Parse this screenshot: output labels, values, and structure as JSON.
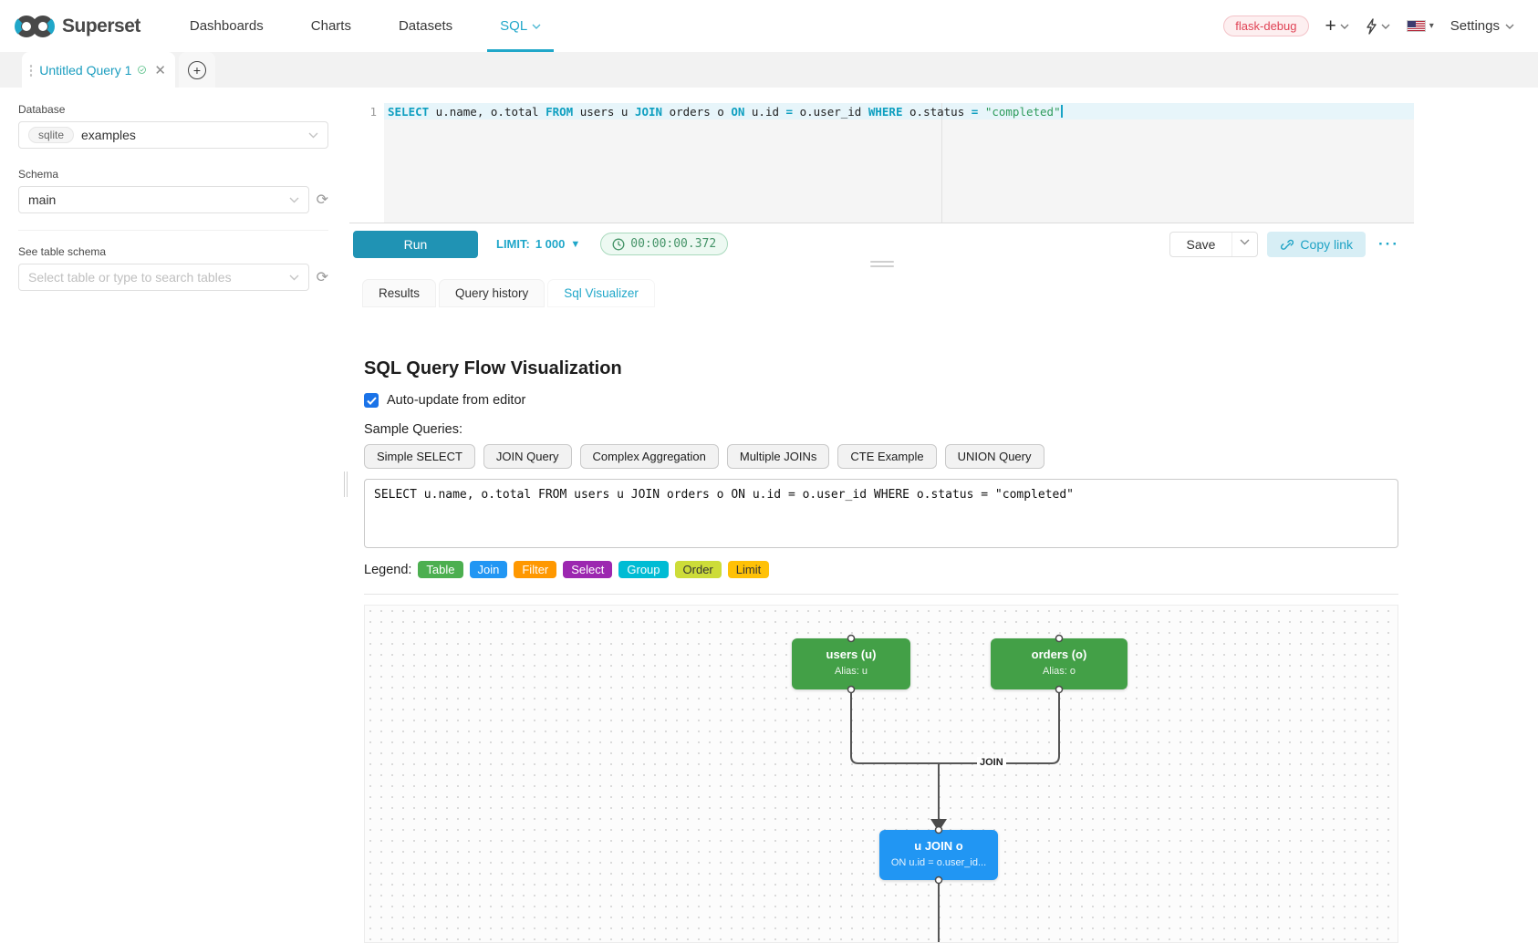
{
  "navbar": {
    "brand": "Superset",
    "items": [
      {
        "label": "Dashboards"
      },
      {
        "label": "Charts"
      },
      {
        "label": "Datasets"
      },
      {
        "label": "SQL"
      }
    ],
    "env_badge": "flask-debug",
    "settings_label": "Settings"
  },
  "tab_strip": {
    "active_tab_title": "Untitled Query 1"
  },
  "sidebar": {
    "database_label": "Database",
    "database_engine": "sqlite",
    "database_value": "examples",
    "schema_label": "Schema",
    "schema_value": "main",
    "table_label": "See table schema",
    "table_placeholder": "Select table or type to search tables"
  },
  "editor": {
    "line_number": "1",
    "tokens": [
      {
        "text": "SELECT"
      },
      {
        "text": " u.name, o.total "
      },
      {
        "text": "FROM"
      },
      {
        "text": " users u "
      },
      {
        "text": "JOIN"
      },
      {
        "text": " orders o "
      },
      {
        "text": "ON"
      },
      {
        "text": " u.id "
      },
      {
        "text": "="
      },
      {
        "text": " o.user_id "
      },
      {
        "text": "WHERE"
      },
      {
        "text": " o.status "
      },
      {
        "text": "="
      },
      {
        "text": " "
      },
      {
        "text": "\"completed\""
      }
    ]
  },
  "toolbar": {
    "run_label": "Run",
    "limit_label": "LIMIT:",
    "limit_value": "1 000",
    "timer": "00:00:00.372",
    "save_label": "Save",
    "copy_link_label": "Copy link",
    "more_label": "···"
  },
  "result_tabs": [
    {
      "label": "Results"
    },
    {
      "label": "Query history"
    },
    {
      "label": "Sql Visualizer"
    }
  ],
  "visualizer": {
    "title": "SQL Query Flow Visualization",
    "auto_update_label": "Auto-update from editor",
    "sample_queries_label": "Sample Queries:",
    "sample_queries": [
      {
        "label": "Simple SELECT"
      },
      {
        "label": "JOIN Query"
      },
      {
        "label": "Complex Aggregation"
      },
      {
        "label": "Multiple JOINs"
      },
      {
        "label": "CTE Example"
      },
      {
        "label": "UNION Query"
      }
    ],
    "sql_text": "SELECT u.name, o.total FROM users u JOIN orders o ON u.id = o.user_id WHERE o.status = \"completed\"",
    "legend_label": "Legend:",
    "legend": [
      {
        "label": "Table",
        "color": "#4CAF50"
      },
      {
        "label": "Join",
        "color": "#2196F3"
      },
      {
        "label": "Filter",
        "color": "#FF9800"
      },
      {
        "label": "Select",
        "color": "#9C27B0"
      },
      {
        "label": "Group",
        "color": "#00BCD4"
      },
      {
        "label": "Order",
        "color": "#CDDC39"
      },
      {
        "label": "Limit",
        "color": "#FFC107"
      }
    ],
    "flow": {
      "edge_label": "JOIN",
      "nodes": [
        {
          "title": "users (u)",
          "subtitle": "Alias: u",
          "color": "#43a047"
        },
        {
          "title": "orders (o)",
          "subtitle": "Alias: o",
          "color": "#43a047"
        },
        {
          "title": "u JOIN o",
          "subtitle": "ON u.id = o.user_id...",
          "color": "#2196F3"
        }
      ]
    }
  }
}
